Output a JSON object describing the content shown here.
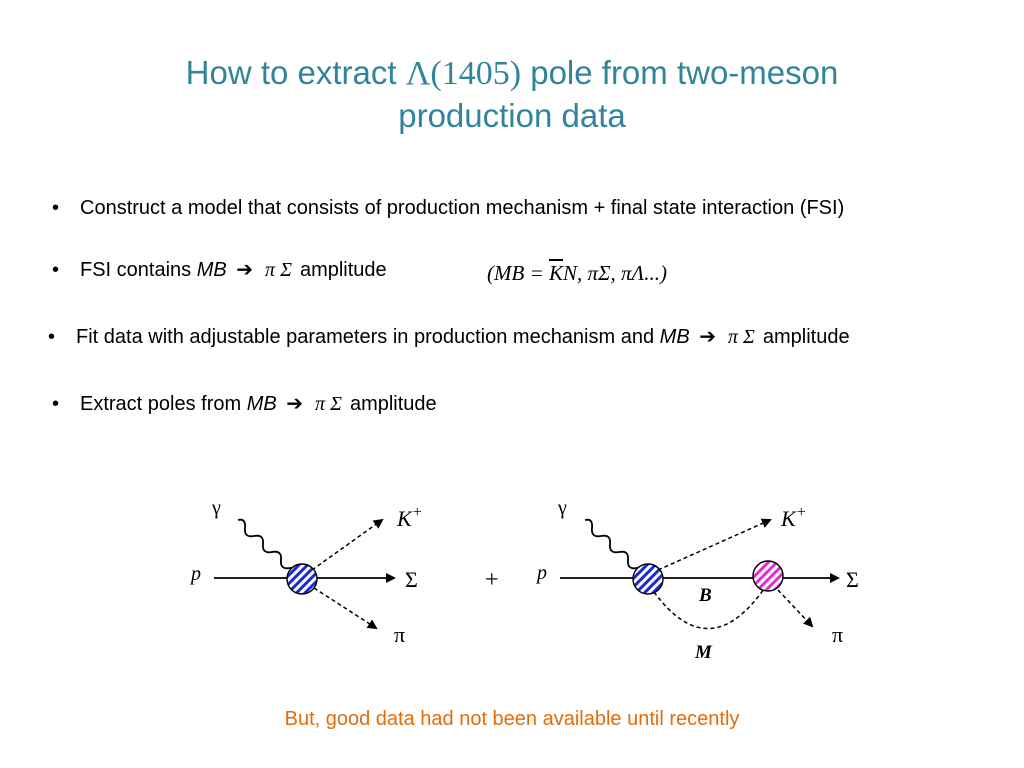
{
  "title": {
    "line1_prefix": "How to extract ",
    "line1_math": "Λ(1405)",
    "line1_suffix": " pole from two-meson",
    "line2": "production data"
  },
  "bullets": [
    {
      "dot": "•",
      "text": "Construct a model that consists of production mechanism + final state interaction (FSI)"
    },
    {
      "dot": "•",
      "prefix": "FSI contains ",
      "mb": "MB",
      "arrow": "➔",
      "greek": "π Σ",
      "suffix": "amplitude"
    },
    {
      "dot": "•",
      "prefix": "Fit data with adjustable parameters in production mechanism and ",
      "mb": "MB",
      "arrow": "➔",
      "greek": "π Σ",
      "suffix": "amplitude"
    },
    {
      "dot": "•",
      "prefix": "Extract poles from ",
      "mb": "MB",
      "arrow": "➔",
      "greek": "π Σ",
      "suffix": "amplitude"
    }
  ],
  "aside": {
    "open": "(MB = ",
    "k": "K",
    "rest": "N, πΣ, πΛ...)"
  },
  "diagram": {
    "left": {
      "photon": "γ",
      "proton": "p",
      "kaon": "K",
      "kaon_sup": "+",
      "sigma": "Σ",
      "pion": "π"
    },
    "plus": "+",
    "right": {
      "photon": "γ",
      "proton": "p",
      "kaon": "K",
      "kaon_sup": "+",
      "sigma": "Σ",
      "pion": "π",
      "baryon": "B",
      "meson": "M"
    },
    "colors": {
      "production_blob": "#1a2ad6",
      "fsi_blob": "#e62ad6"
    }
  },
  "footer": "But, good data had not been available until recently"
}
